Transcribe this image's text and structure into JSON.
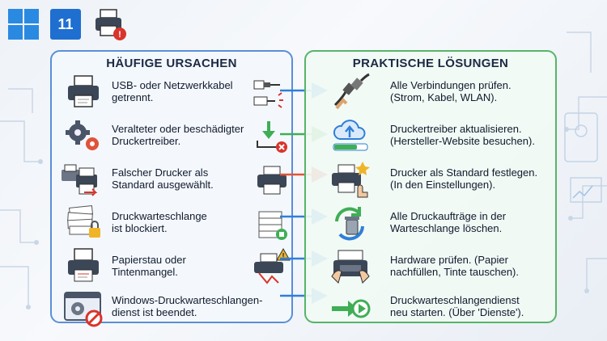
{
  "left_title": "HÄUFIGE URSACHEN",
  "right_title": "PRAKTISCHE LÖSUNGEN",
  "windows_badge": "11",
  "colors": {
    "blue": "#2f7fd8",
    "green": "#3fae55",
    "red": "#d9342b",
    "orange": "#f0872a"
  },
  "causes": [
    {
      "line1": "USB- oder Netzwerkkabel",
      "line2": "getrennt."
    },
    {
      "line1": "Veralteter oder beschädigter",
      "line2": "Druckertreiber."
    },
    {
      "line1": "Falscher Drucker als",
      "line2": "Standard ausgewählt."
    },
    {
      "line1": "Druckwarteschlange",
      "line2": "ist blockiert."
    },
    {
      "line1": "Papierstau oder",
      "line2": "Tintenmangel."
    },
    {
      "line1": "Windows-Druckwarteschlangen-",
      "line2": "dienst  ist beendet."
    }
  ],
  "solutions": [
    {
      "line1": "Alle Verbindungen prüfen.",
      "line2": "(Strom, Kabel, WLAN)."
    },
    {
      "line1": "Druckertreiber aktualisieren.",
      "line2": "(Hersteller-Website besuchen)."
    },
    {
      "line1": "Drucker als Standard festlegen.",
      "line2": "(In den Einstellungen)."
    },
    {
      "line1": "Alle Druckaufträge in der",
      "line2": "Warteschlange löschen."
    },
    {
      "line1": "Hardware prüfen. (Papier",
      "line2": "nachfüllen, Tinte tauschen)."
    },
    {
      "line1": "Druckwarteschlangendienst",
      "line2": "neu starten. (Über 'Dienste')."
    }
  ]
}
